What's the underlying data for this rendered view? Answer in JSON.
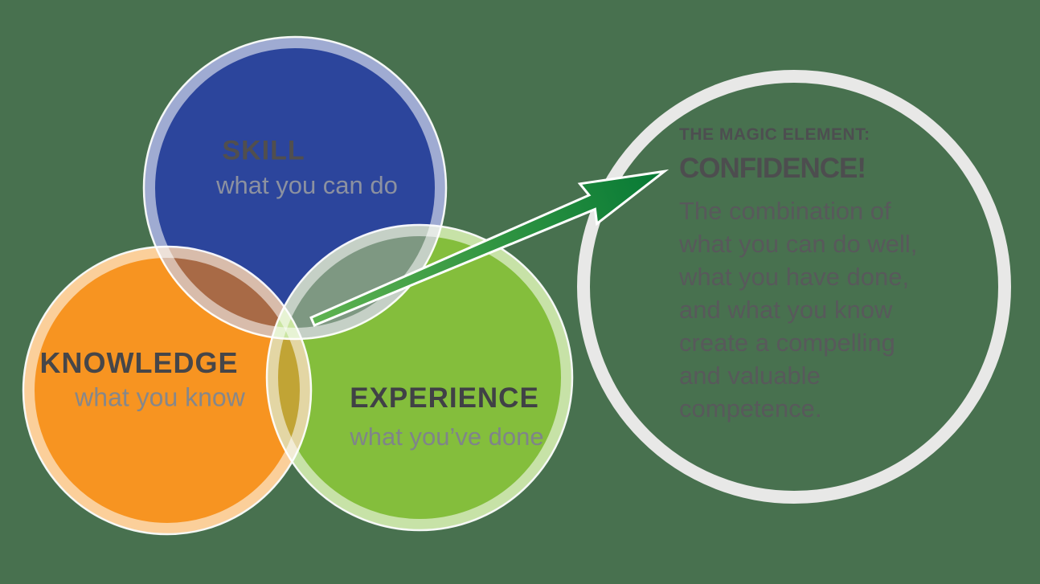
{
  "background_color": "#48714F",
  "venn": {
    "skill": {
      "label": "SKILL",
      "sublabel": "what you can do",
      "fill": "#2C459C",
      "label_color": "#514F4E",
      "sublabel_color": "#8C91A0"
    },
    "knowledge": {
      "label": "KNOWLEDGE",
      "sublabel": "what you know",
      "fill": "#F79421",
      "label_color": "#464649",
      "sublabel_color": "#85878B"
    },
    "experience": {
      "label": "EXPERIENCE",
      "sublabel": "what you’ve done",
      "fill": "#84BE3C",
      "label_color": "#404146",
      "sublabel_color": "#7F848A"
    },
    "overlaps": {
      "skill_knowledge": "#A86A46",
      "skill_experience": "#7E9882",
      "knowledge_experience": "#C1A435",
      "center": "#89C52F"
    }
  },
  "arrow": {
    "start_color": "#5FB350",
    "end_color": "#067935"
  },
  "callout": {
    "ring_color": "#E8E8E7",
    "kicker": "THE MAGIC ELEMENT:",
    "title": "CONFIDENCE!",
    "kicker_color": "#4D4E50",
    "title_color": "#4D4D4F",
    "body_color": "#58595B",
    "body_lines": [
      "The combination of",
      "what you can do well,",
      "what you have done,",
      "and what you know",
      "create a compelling",
      "and valuable",
      "competence."
    ]
  }
}
